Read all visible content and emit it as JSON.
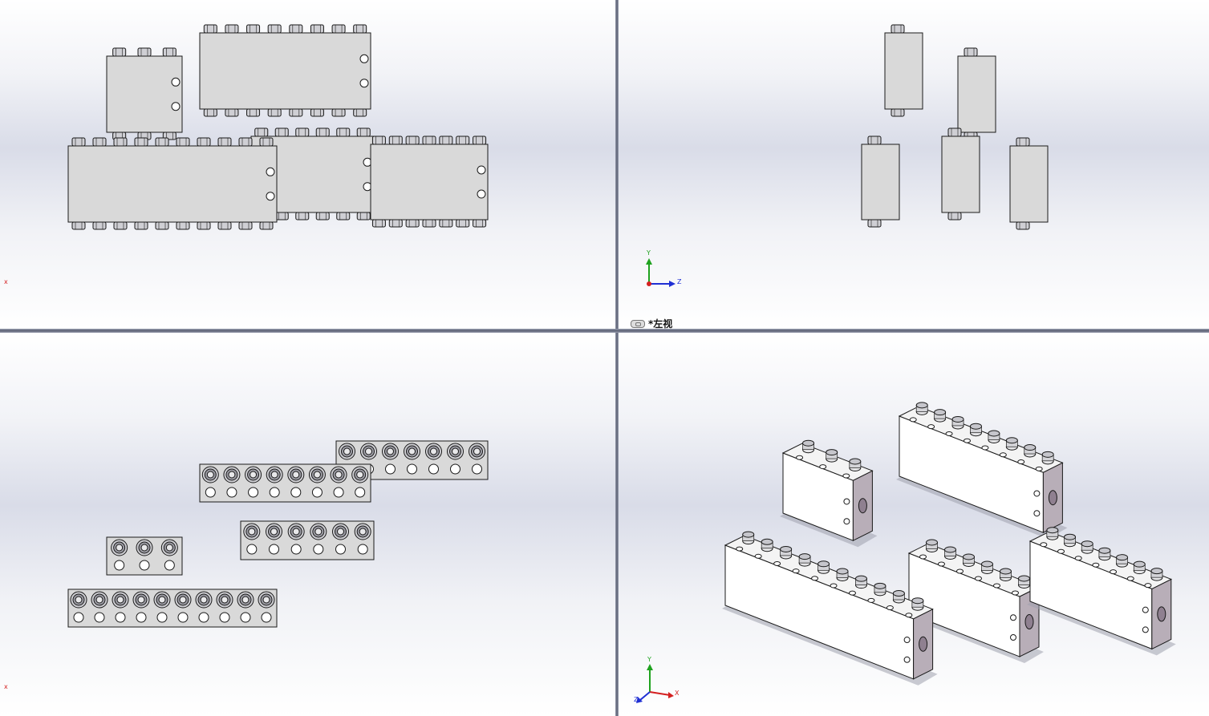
{
  "viewports": {
    "top_left": {
      "axis_label": "x"
    },
    "top_right": {
      "view_name": "*左视",
      "axis_y": "Y",
      "axis_z": "Z"
    },
    "bottom_left": {
      "axis_label": "x"
    },
    "bottom_right": {
      "axis_y": "Y",
      "axis_x": "X",
      "axis_z": "Z"
    }
  },
  "colors": {
    "part_fill": "#d9d9d9",
    "part_edge": "#1a1a1a",
    "iso_top": "#f4f4f4",
    "iso_side": "#b8aeb8",
    "axis_red": "#d42020",
    "axis_green": "#1fa21f",
    "axis_blue": "#1f2fd4"
  },
  "icons": [
    "link-icon",
    "triad-icon"
  ]
}
